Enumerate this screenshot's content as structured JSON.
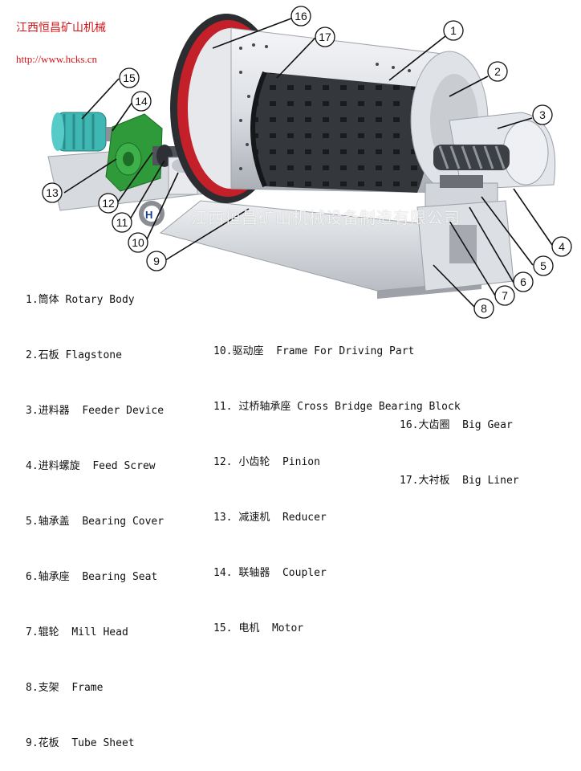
{
  "header": {
    "company": "江西恒昌矿山机械",
    "url": "http://www.hcks.cn"
  },
  "watermark": "江西恒昌矿山机械设备制造有限公司",
  "callouts": [
    "1",
    "2",
    "3",
    "4",
    "5",
    "6",
    "7",
    "8",
    "9",
    "10",
    "11",
    "12",
    "13",
    "14",
    "15",
    "16",
    "17"
  ],
  "legend": {
    "col1": [
      {
        "num": "1.",
        "zh": "筒体",
        "en": "Rotary Body"
      },
      {
        "num": "2.",
        "zh": "石板",
        "en": "Flagstone"
      },
      {
        "num": "3.",
        "zh": "进料器",
        "en": "Feeder Device"
      },
      {
        "num": "4.",
        "zh": "进料螺旋",
        "en": "Feed Screw"
      },
      {
        "num": "5.",
        "zh": "轴承盖",
        "en": "Bearing Cover"
      },
      {
        "num": "6.",
        "zh": "轴承座",
        "en": "Bearing Seat"
      },
      {
        "num": "7.",
        "zh": "辊轮",
        "en": "Mill Head"
      },
      {
        "num": "8.",
        "zh": "支架",
        "en": "Frame"
      },
      {
        "num": "9.",
        "zh": "花板",
        "en": "Tube Sheet"
      }
    ],
    "col2": [
      {
        "num": "10.",
        "zh": "驱动座",
        "en": "Frame For Driving Part"
      },
      {
        "num": "11.",
        "zh": "过桥轴承座",
        "en": "Cross Bridge Bearing Block"
      },
      {
        "num": "12.",
        "zh": "小齿轮",
        "en": "Pinion"
      },
      {
        "num": "13.",
        "zh": "减速机",
        "en": "Reducer"
      },
      {
        "num": "14.",
        "zh": "联轴器",
        "en": "Coupler"
      },
      {
        "num": "15.",
        "zh": "电机",
        "en": "Motor"
      }
    ],
    "col3": [
      {
        "num": "16.",
        "zh": "大齿圈",
        "en": "Big Gear"
      },
      {
        "num": "17.",
        "zh": "大衬板",
        "en": "Big Liner"
      }
    ]
  },
  "colors": {
    "brand_red": "#d4141a",
    "motor_teal": "#3fb8b4",
    "reducer_green": "#2f9a3a",
    "gear_red": "#c4202a",
    "body_grey": "#e4e6ea"
  }
}
